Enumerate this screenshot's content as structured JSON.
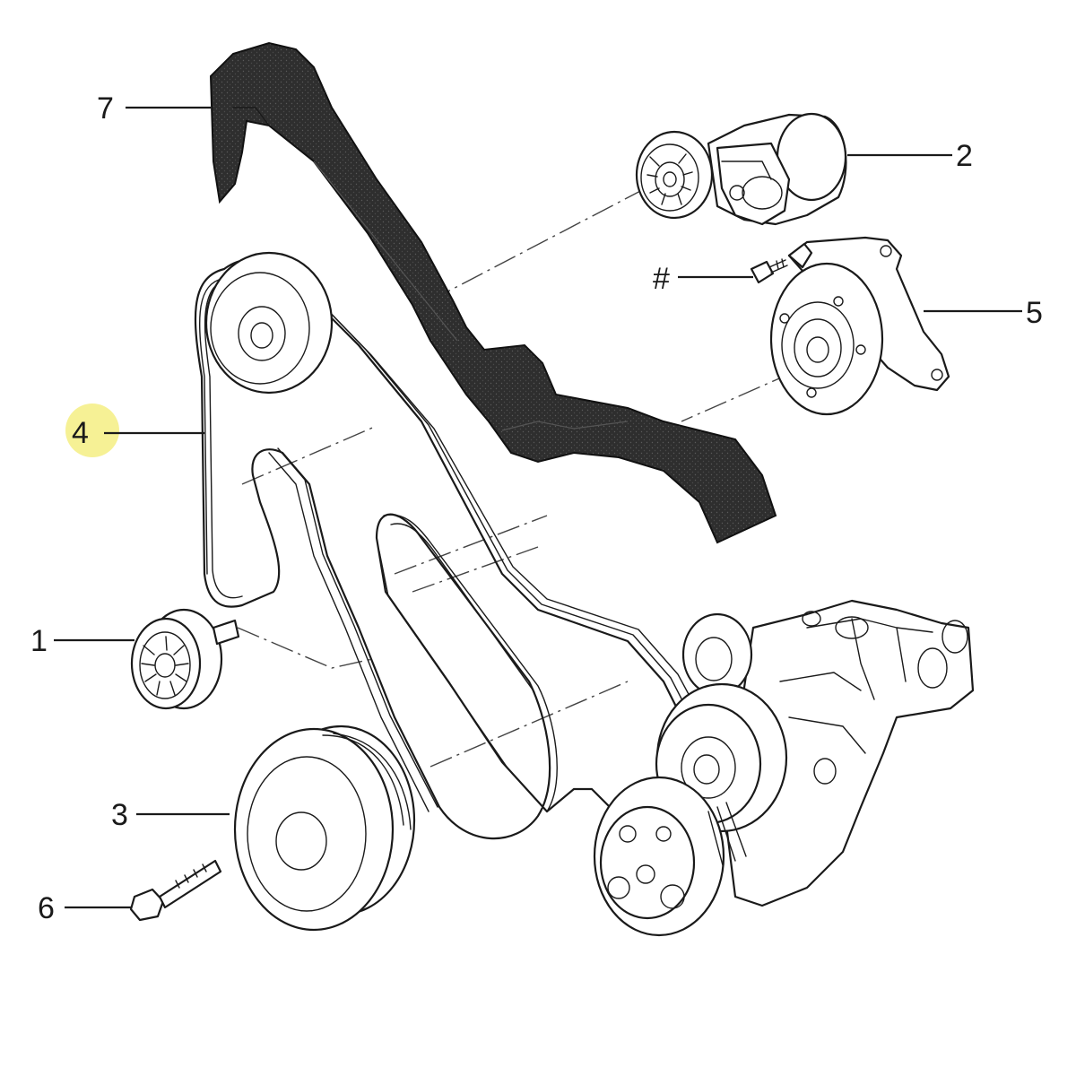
{
  "diagram": {
    "callouts": [
      {
        "id": "7",
        "label": "7"
      },
      {
        "id": "2",
        "label": "2"
      },
      {
        "id": "hash",
        "label": "#"
      },
      {
        "id": "5",
        "label": "5"
      },
      {
        "id": "4",
        "label": "4",
        "highlighted": true
      },
      {
        "id": "1",
        "label": "1"
      },
      {
        "id": "3",
        "label": "3"
      },
      {
        "id": "6",
        "label": "6"
      }
    ],
    "highlight_color": "#f5f08a",
    "ink_color": "#1a1a1a",
    "belt_cover_color": "#2b2b2b"
  }
}
